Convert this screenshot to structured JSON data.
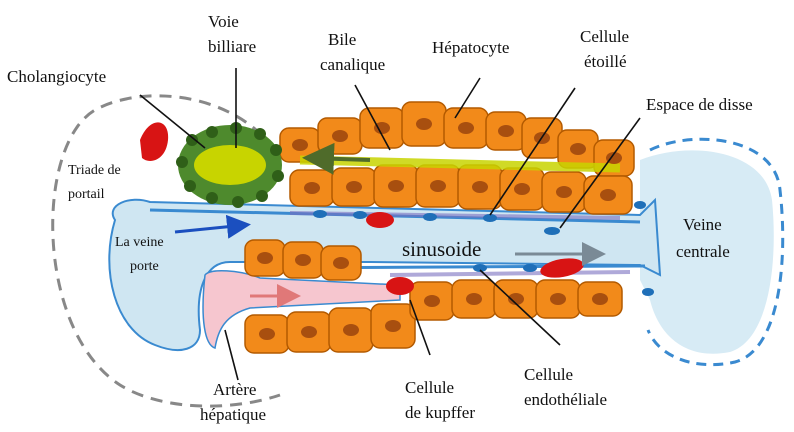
{
  "labels": {
    "cholangiocyte": "Cholangiocyte",
    "voie_biliaire_1": "Voie",
    "voie_biliaire_2": "billiare",
    "bile_canalique_1": "Bile",
    "bile_canalique_2": "canalique",
    "hepatocyte": "Hépatocyte",
    "cellule_etoille_1": "Cellule",
    "cellule_etoille_2": "étoillé",
    "espace_de_disse": "Espace de disse",
    "triade_1": "Triade de",
    "triade_2": "portail",
    "veine_porte_1": "La veine",
    "veine_porte_2": "porte",
    "sinusoide": "sinusoide",
    "veine_centrale_1": "Veine",
    "veine_centrale_2": "centrale",
    "artere_1": "Artère",
    "artere_2": "hépatique",
    "kupffer_1": "Cellule",
    "kupffer_2": "de kupffer",
    "endotheliale_1": "Cellule",
    "endotheliale_2": "endothéliale"
  },
  "colors": {
    "hepatocyte_fill": "#f28a1a",
    "hepatocyte_stroke": "#b35a00",
    "nucleus": "#a84f0f",
    "cholangiocyte": "#4e8a2d",
    "bile": "#c8d400",
    "vessel": "#cfe6f2",
    "vessel_edge": "#3a8ad0",
    "artery": "#f6c6cf",
    "red_cell": "#d81414",
    "portal_arrow": "#1b4fbf",
    "sinus_arrow": "#7a8a96",
    "artery_arrow": "#e07878",
    "dashed": "#888888"
  }
}
